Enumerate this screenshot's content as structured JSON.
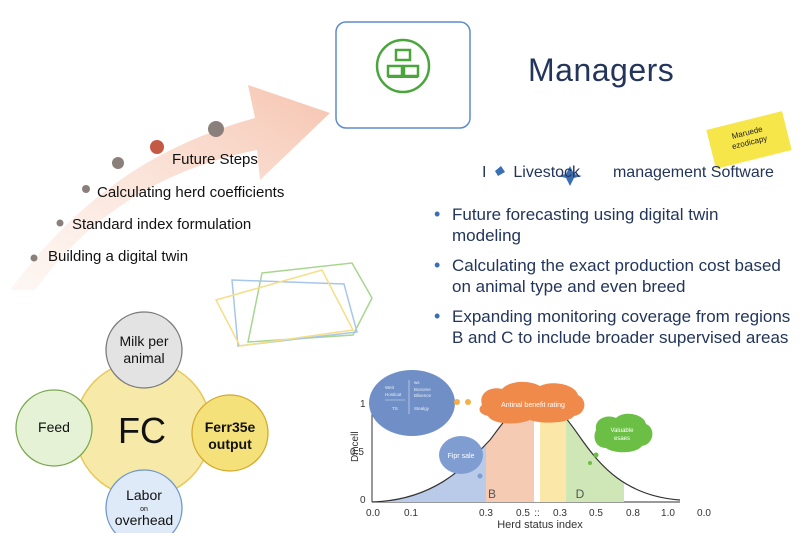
{
  "managers": {
    "title": "Managers",
    "software_prefix": "I",
    "software_word1": "Livestock",
    "software_rest": "management Software",
    "sticky_note": "Maruede\nezodicapy",
    "bullets": [
      "Future forecasting using digital twin modeling",
      "Calculating the exact production cost based on animal type and even breed",
      "Expanding monitoring coverage from regions B and C to include broader supervised areas"
    ]
  },
  "roadmap": {
    "steps": [
      "Future Steps",
      "Calculating herd coefficients",
      "Standard index formulation",
      "Building a digital twin"
    ]
  },
  "fc_diagram": {
    "center": "FC",
    "nodes": {
      "top_line1": "Milk per",
      "top_line2": "animal",
      "left": "Feed",
      "right_line1": "Ferr35e",
      "right_line2": "output",
      "bottom_line1": "Labor",
      "bottom_line2": "on",
      "bottom_line3": "overhead"
    }
  },
  "chart_data": {
    "type": "area",
    "xlabel": "Herd status index",
    "ylabel": "Dmcell",
    "x_ticks": [
      "0.0",
      "0.1",
      "0.3",
      "0.5",
      "::",
      "0.3",
      "0.5",
      "0.8",
      "1.0",
      "0.0"
    ],
    "y_ticks": [
      "1",
      "0.5",
      "0"
    ],
    "region_labels": [
      "B",
      "D"
    ],
    "annotations": {
      "peak": "Antinal benefit rating",
      "left_bubble": "Fipr sale",
      "right_bubble_line1": "Valuable",
      "right_bubble_line2": "esaes",
      "card_col1_line1": "Weit",
      "card_col1_line2": "Hosticat",
      "card_col1_line3": "TS",
      "card_col2_line1": "ws",
      "card_col2_line2": "Bonome",
      "card_col2_line3": "Blisence",
      "card_col2_line4": "Stealgy"
    },
    "colors": {
      "blue": "#b9cbe8",
      "peach": "#f6cbb4",
      "yellow": "#fbe8a8",
      "green": "#cfe6b6",
      "bubble_blue": "#6f8fc6",
      "bubble_orange": "#f08a4b",
      "bubble_green": "#6cbf45"
    }
  },
  "colors": {
    "arrow": "#f4c8b4",
    "dot": "#8a7f7a",
    "accent_green": "#4aa63c",
    "title_blue": "#23355a"
  }
}
